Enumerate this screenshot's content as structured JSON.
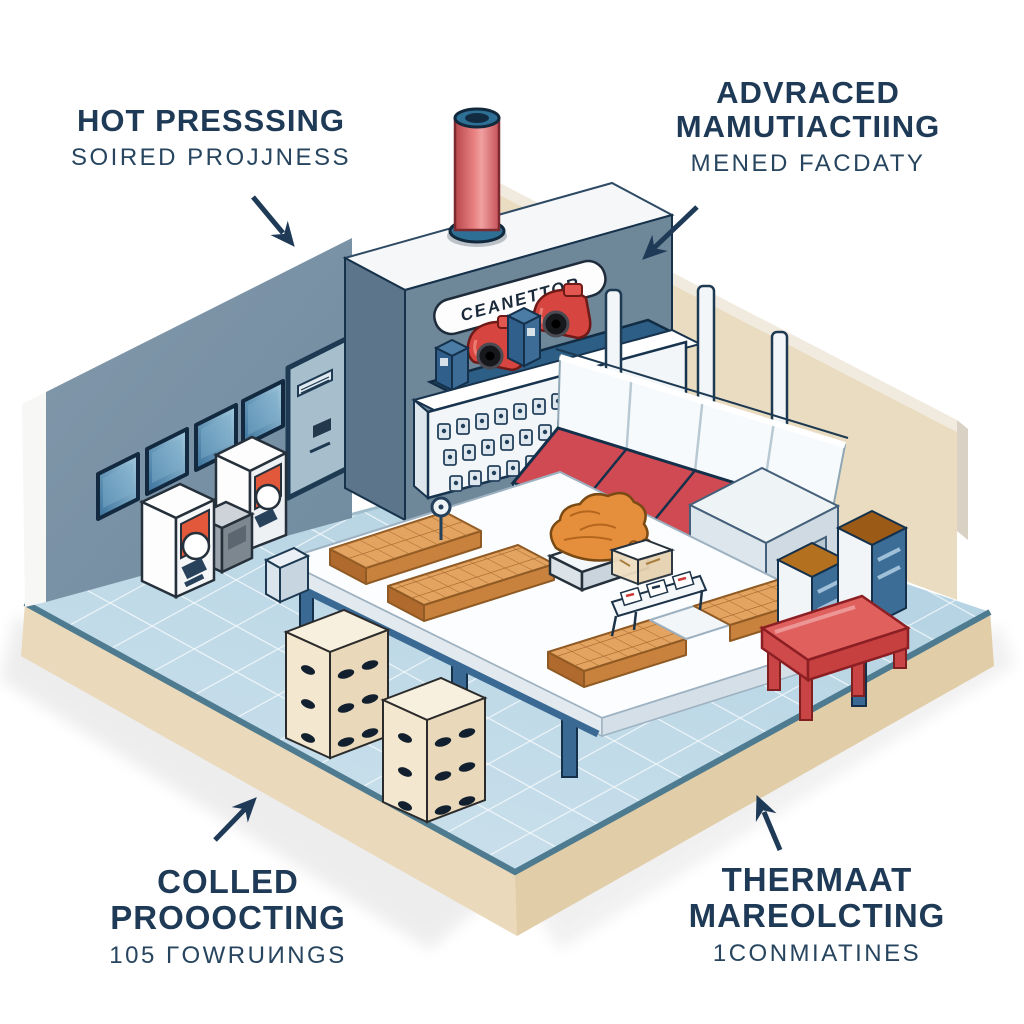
{
  "scene": {
    "type": "isometric-factory-illustration",
    "background": "#ffffff"
  },
  "annotations": {
    "top_left": {
      "title": "HOT PRESSSING",
      "subtitle": "SOIRED PROJJNESS",
      "arrow_direction": "down-right"
    },
    "top_right": {
      "title_line1": "ADVRACED",
      "title_line2": "MAMUTIACTIING",
      "subtitle": "MENED FACDATY",
      "arrow_direction": "down-left"
    },
    "bottom_left": {
      "title_line1": "COLLED",
      "title_line2": "PROOOCTING",
      "subtitle": "105 ГOWRUИNGS",
      "arrow_direction": "up-right"
    },
    "bottom_right": {
      "title_line1": "THERMAAT",
      "title_line2": "MAREOLCTING",
      "subtitle": "1CONMIATINES",
      "arrow_direction": "up-left"
    }
  },
  "machine": {
    "label": "CEANETTOR"
  },
  "equipment": [
    "corner-furnace-with-chimney",
    "gauge-control-console",
    "red-engine-units",
    "red-conveyor-line-with-glass-lid",
    "end-cabinet",
    "white-assembly-table",
    "orange-brick-trays",
    "vending-style-machines",
    "drawer-cabinets",
    "orange-material-sack",
    "parts-crate",
    "label-rack",
    "red-bench-with-crates"
  ],
  "colors": {
    "text_navy": "#1e3a56",
    "arrow_navy": "#1e3a56",
    "wall_blue": "#7e96a9",
    "wall_beige": "#e9dcc1",
    "floor_blue": "#bdd8e6",
    "platform_beige": "#ead9ba",
    "accent_red": "#d6504e",
    "brick_orange": "#e2a05f",
    "cabinet_cream": "#f2e7d1",
    "table_blue": "#3a6a94",
    "outline_navy": "#16324c"
  }
}
